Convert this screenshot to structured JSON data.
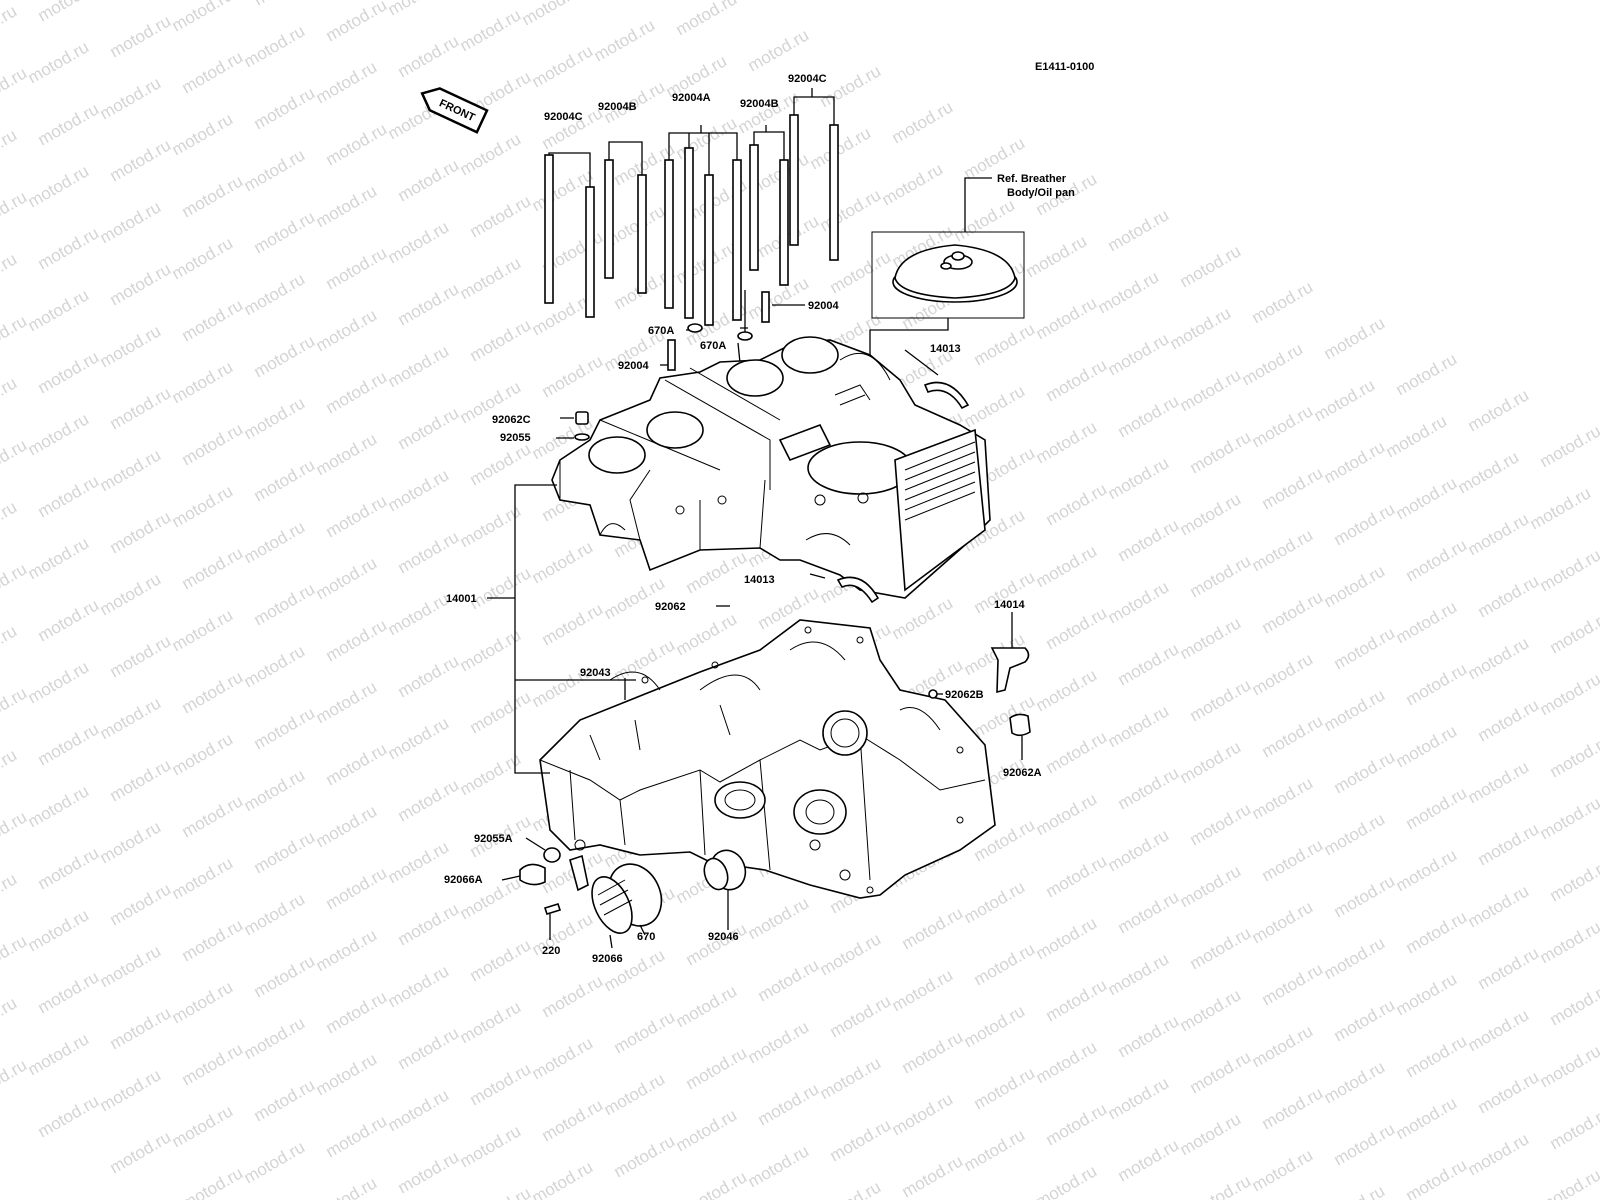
{
  "diagram": {
    "code": "E1411-0100",
    "front_label": "FRONT",
    "ref_note_line1": "Ref. Breather",
    "ref_note_line2": "Body/Oil pan",
    "watermark": "motod.ru",
    "labels": {
      "l92004C_left": "92004C",
      "l92004B_left": "92004B",
      "l92004A": "92004A",
      "l92004B_right": "92004B",
      "l92004C_right": "92004C",
      "l92004_right": "92004",
      "l670A_left": "670A",
      "l670A_right": "670A",
      "l92004_left": "92004",
      "l92062C": "92062C",
      "l92055": "92055",
      "l14013_top": "14013",
      "l14013_mid": "14013",
      "l14001": "14001",
      "l92062": "92062",
      "l14014": "14014",
      "l92043": "92043",
      "l92062B": "92062B",
      "l92062A": "92062A",
      "l92055A": "92055A",
      "l92066A": "92066A",
      "l220": "220",
      "l92066": "92066",
      "l670": "670",
      "l92046": "92046"
    }
  }
}
